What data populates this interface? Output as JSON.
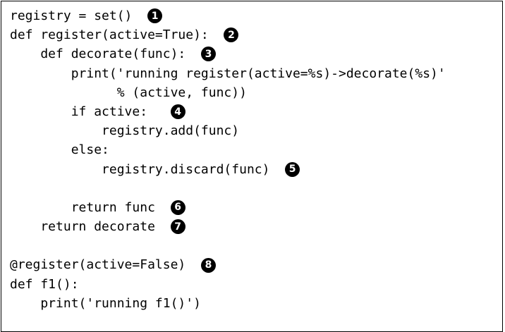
{
  "code_listing": {
    "lines": [
      {
        "text": "registry = set()",
        "gap": "  ",
        "callout": "1"
      },
      {
        "text": "def register(active=True):",
        "gap": "  ",
        "callout": "2"
      },
      {
        "text": "    def decorate(func):",
        "gap": "  ",
        "callout": "3"
      },
      {
        "text": "        print('running register(active=%s)->decorate(%s)'",
        "gap": "",
        "callout": ""
      },
      {
        "text": "              % (active, func))",
        "gap": "",
        "callout": ""
      },
      {
        "text": "        if active:",
        "gap": "   ",
        "callout": "4"
      },
      {
        "text": "            registry.add(func)",
        "gap": "",
        "callout": ""
      },
      {
        "text": "        else:",
        "gap": "",
        "callout": ""
      },
      {
        "text": "            registry.discard(func)",
        "gap": "  ",
        "callout": "5"
      },
      {
        "text": "",
        "gap": "",
        "callout": ""
      },
      {
        "text": "        return func",
        "gap": "  ",
        "callout": "6"
      },
      {
        "text": "    return decorate",
        "gap": "  ",
        "callout": "7"
      },
      {
        "text": "",
        "gap": "",
        "callout": ""
      },
      {
        "text": "@register(active=False)",
        "gap": "  ",
        "callout": "8"
      },
      {
        "text": "def f1():",
        "gap": "",
        "callout": ""
      },
      {
        "text": "    print('running f1()')",
        "gap": "",
        "callout": ""
      }
    ]
  }
}
